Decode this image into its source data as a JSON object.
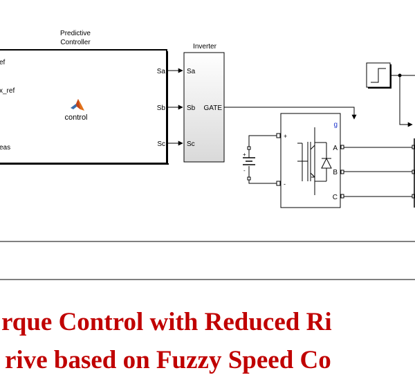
{
  "blocks": {
    "controller": {
      "title_line1": "Predictive",
      "title_line2": "Controller",
      "inputs": [
        "ef",
        "x_ref",
        "eas"
      ],
      "outputs": [
        "Sa",
        "Sb",
        "Sc"
      ],
      "function_name": "control"
    },
    "inverter": {
      "title": "Inverter",
      "inputs": [
        "Sa",
        "Sb",
        "Sc"
      ],
      "output": "GATE"
    },
    "bridge": {
      "gate_port": "g",
      "dc_pos": "+",
      "dc_neg": "-",
      "phases": [
        "A",
        "B",
        "C"
      ]
    },
    "dc_source": {
      "polarity_plus": "+",
      "polarity_minus": "-"
    }
  },
  "title": {
    "line1": "rque Control with Reduced Ri",
    "line2": "rive based on Fuzzy Speed Co"
  },
  "colors": {
    "title": "#c00000",
    "gate_port": "#1a33cc"
  }
}
